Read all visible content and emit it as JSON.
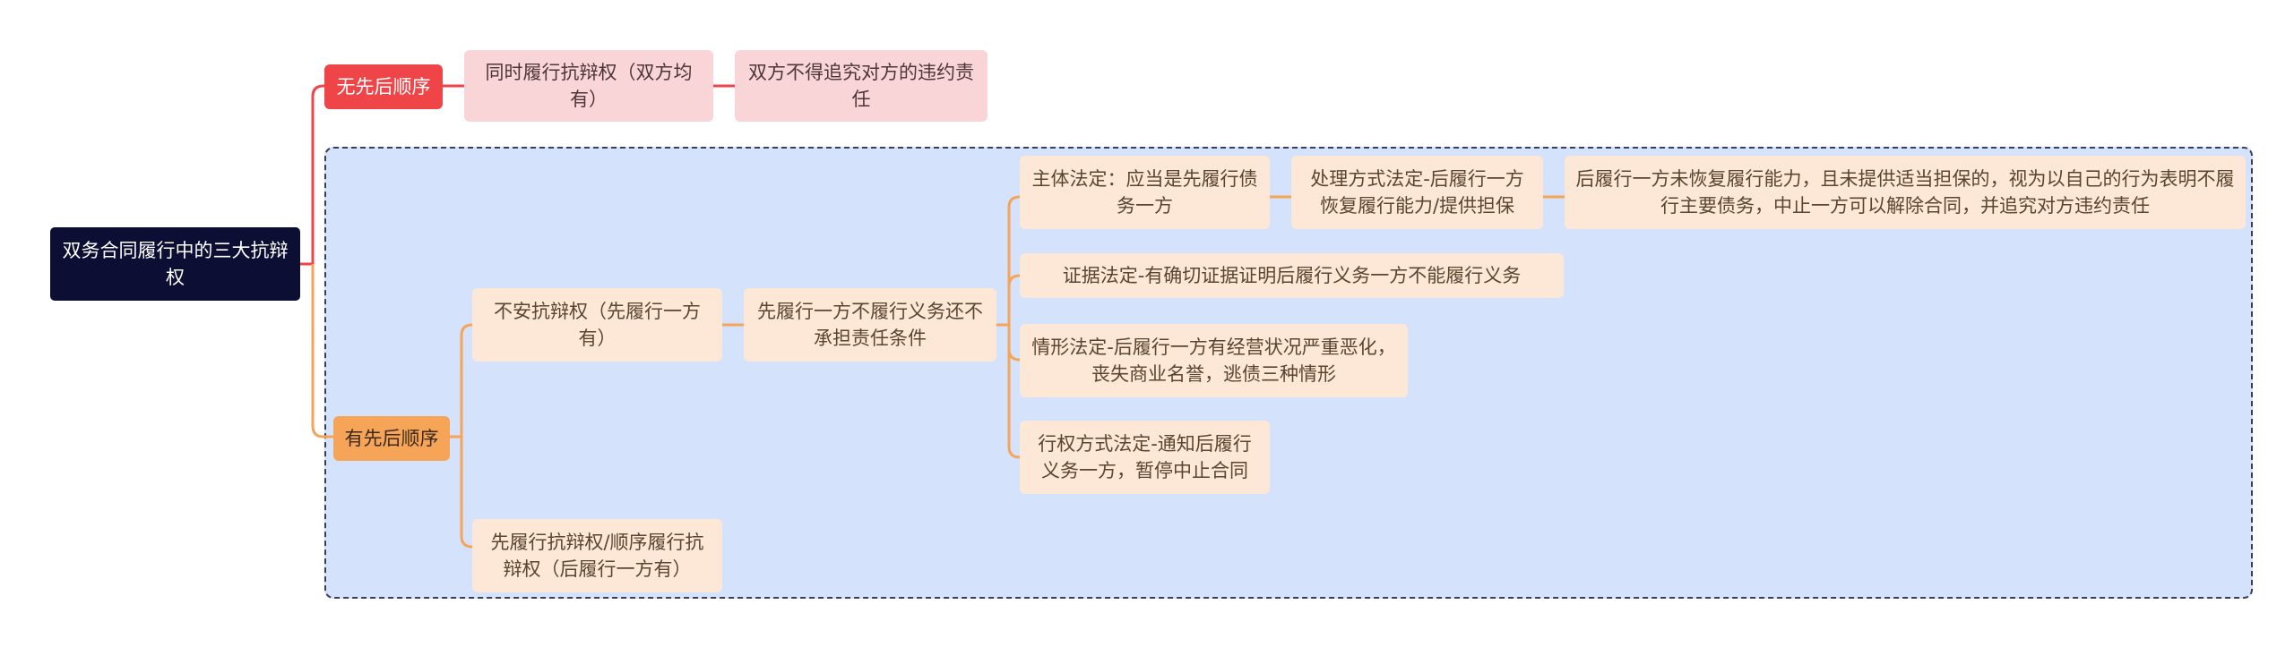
{
  "mindmap": {
    "root": "双务合同履行中的三大抗辩权",
    "branch_no_order": {
      "label": "无先后顺序",
      "child": "同时履行抗辩权（双方均有）",
      "grandchild": "双方不得追究对方的违约责任"
    },
    "branch_order": {
      "label": "有先后顺序",
      "unrest": "不安抗辩权（先履行一方有）",
      "unrest_condition": "先履行一方不履行义务还不承担责任条件",
      "subject": "主体法定：应当是先履行债务一方",
      "handling": "处理方式法定-后履行一方恢复履行能力/提供担保",
      "handling_result": "后履行一方未恢复履行能力，且未提供适当担保的，视为以自己的行为表明不履行主要债务，中止一方可以解除合同，并追究对方违约责任",
      "evidence": "证据法定-有确切证据证明后履行义务一方不能履行义务",
      "situation": "情形法定-后履行一方有经营状况严重恶化，丧失商业名誉，逃债三种情形",
      "method": "行权方式法定-通知后履行义务一方，暂停中止合同",
      "prior": "先履行抗辩权/顺序履行抗辩权（后履行一方有）"
    },
    "colors": {
      "root": "#0c0f33",
      "red": "#ef4548",
      "orange": "#f6a457",
      "pink": "#fad5d8",
      "peach": "#fde8d7",
      "region": "#d4e2fb"
    }
  }
}
